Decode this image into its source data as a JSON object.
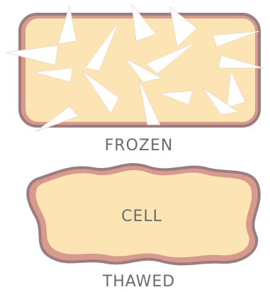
{
  "diagram": {
    "frozen_label": "FROZEN",
    "cell_label": "CELL",
    "thawed_label": "THAWED"
  },
  "colors": {
    "cell_fill": "#fde4b4",
    "cell_outline": "#9a7d80",
    "membrane": "#d99a8e",
    "crystal": "#ffffff",
    "text": "#6b6b6b"
  }
}
